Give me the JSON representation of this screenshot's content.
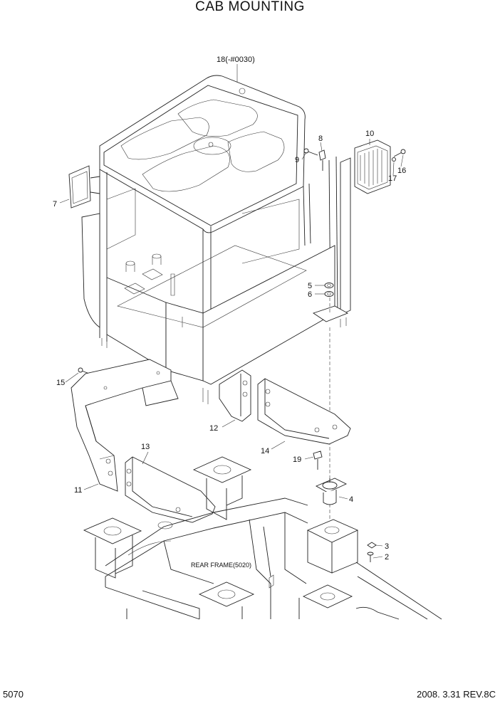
{
  "title": "CAB MOUNTING",
  "footer": {
    "page_number": "5070",
    "date_revision": "2008. 3.31  REV.8C"
  },
  "frame_label": "REAR FRAME(5020)",
  "callouts": {
    "c1": "2",
    "c2": "3",
    "c3": "4",
    "c4": "5",
    "c5": "6",
    "c6": "7",
    "c7": "8",
    "c8": "9",
    "c9": "10",
    "c10": "11",
    "c11": "12",
    "c12": "13",
    "c13": "14",
    "c14": "15",
    "c15": "16",
    "c16": "17",
    "c17": "18(-#0030)",
    "c18": "19"
  }
}
